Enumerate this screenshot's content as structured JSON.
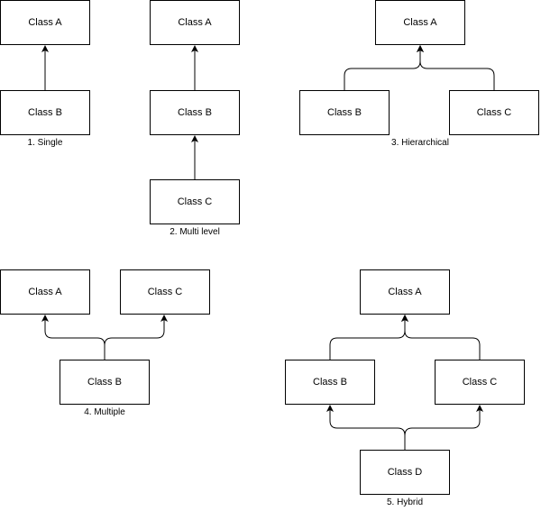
{
  "diagrams": {
    "single": {
      "caption": "1. Single",
      "boxes": {
        "a": "Class A",
        "b": "Class B"
      }
    },
    "multi_level": {
      "caption": "2. Multi level",
      "boxes": {
        "a": "Class A",
        "b": "Class B",
        "c": "Class C"
      }
    },
    "hierarchical": {
      "caption": "3. Hierarchical",
      "boxes": {
        "a": "Class A",
        "b": "Class B",
        "c": "Class C"
      }
    },
    "multiple": {
      "caption": "4. Multiple",
      "boxes": {
        "a": "Class A",
        "c": "Class C",
        "b": "Class B"
      }
    },
    "hybrid": {
      "caption": "5. Hybrid",
      "boxes": {
        "a": "Class A",
        "b": "Class B",
        "c": "Class C",
        "d": "Class D"
      }
    }
  },
  "colors": {
    "stroke": "#000000",
    "box_fill": "#ffffff",
    "background": "#ffffff"
  }
}
